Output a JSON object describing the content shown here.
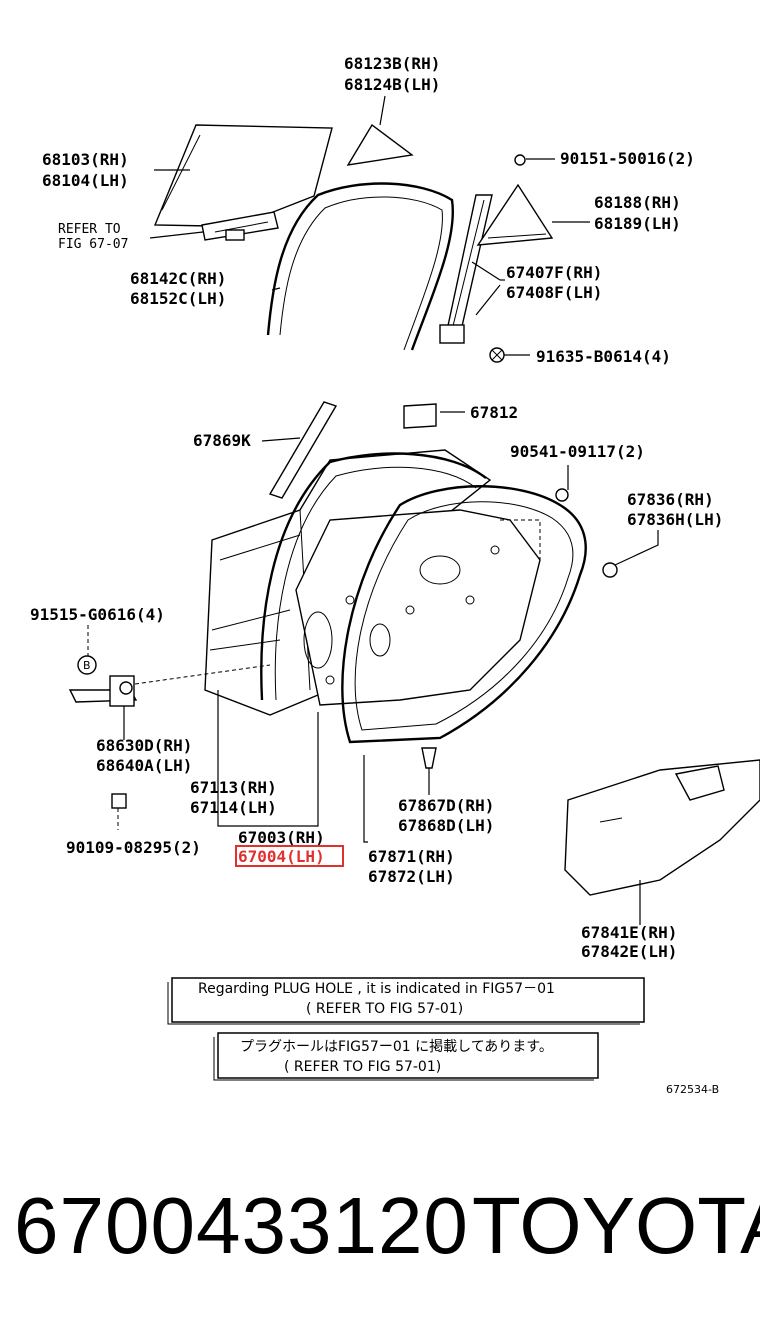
{
  "labels": {
    "p68123": "68123B(RH)",
    "p68124": "68124B(LH)",
    "p68103": "68103(RH)",
    "p68104": "68104(LH)",
    "refer_to_1": "REFER TO",
    "refer_to_2": "FIG 67-07",
    "p90151": "90151-50016(2)",
    "p68188": "68188(RH)",
    "p68189": "68189(LH)",
    "p68142": "68142C(RH)",
    "p68152": "68152C(LH)",
    "p67407": "67407F(RH)",
    "p67408": "67408F(LH)",
    "p91635": "91635-B0614(4)",
    "p67812": "67812",
    "p67869": "67869K",
    "p90541": "90541-09117(2)",
    "p67836rh": "67836(RH)",
    "p67836lh": "67836H(LH)",
    "p91515": "91515-G0616(4)",
    "callout_b": "B",
    "p68630": "68630D(RH)",
    "p68640": "68640A(LH)",
    "p67113": "67113(RH)",
    "p67114": "67114(LH)",
    "p90109": "90109-08295(2)",
    "p67003": "67003(RH)",
    "p67004": "67004(LH)",
    "p67867": "67867D(RH)",
    "p67868": "67868D(LH)",
    "p67871": "67871(RH)",
    "p67872": "67872(LH)",
    "p67841": "67841E(RH)",
    "p67842": "67842E(LH)"
  },
  "notes": {
    "en_line1": "Regarding PLUG HOLE , it is indicated in FIG57－01",
    "en_line2": "( REFER TO FIG 57-01)",
    "jp_line1": "プラグホールはFIG57ー01 に掲載してあります。",
    "jp_line2": "( REFER TO FIG 57-01)"
  },
  "figure_code": "672534-B",
  "highlight_color": "#e03030",
  "footer": {
    "part_number": "6700433120",
    "brand": "TOYOTA"
  }
}
